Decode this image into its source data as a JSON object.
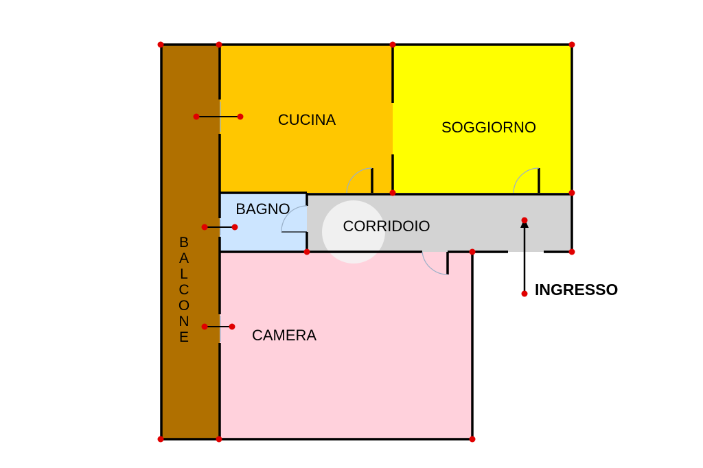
{
  "rooms": {
    "cucina": {
      "label": "CUCINA",
      "color": "#FFC700"
    },
    "soggiorno": {
      "label": "SOGGIORNO",
      "color": "#FFFF00"
    },
    "bagno": {
      "label": "BAGNO",
      "color": "#CCE5FF"
    },
    "corridoio": {
      "label": "CORRIDOIO",
      "color": "#D3D3D3"
    },
    "camera": {
      "label": "CAMERA",
      "color": "#FFD1DC"
    },
    "balcone": {
      "letters": [
        "B",
        "A",
        "L",
        "C",
        "O",
        "N",
        "E"
      ],
      "color": "#B07000"
    }
  },
  "entrance": {
    "label": "INGRESSO"
  },
  "colors": {
    "wall": "#000000",
    "point": "#E00000",
    "highlight": "#F4F4F4"
  }
}
